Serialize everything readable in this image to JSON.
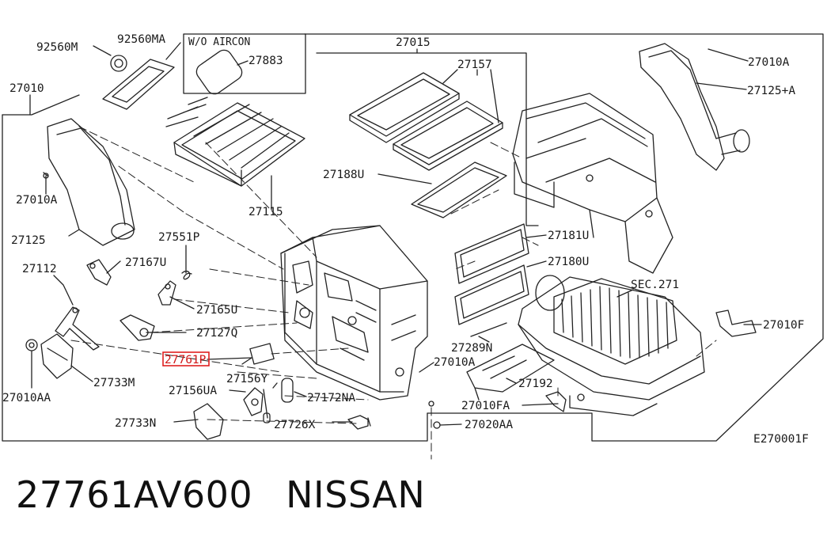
{
  "diagram": {
    "callouts": [
      {
        "id": "92560M",
        "text": "92560M"
      },
      {
        "id": "92560MA",
        "text": "92560MA"
      },
      {
        "id": "wo_aircon",
        "text": "W/O AIRCON"
      },
      {
        "id": "27883",
        "text": "27883"
      },
      {
        "id": "27015",
        "text": "27015"
      },
      {
        "id": "27157",
        "text": "27157"
      },
      {
        "id": "27010A_top",
        "text": "27010A"
      },
      {
        "id": "27125A",
        "text": "27125+A"
      },
      {
        "id": "27010",
        "text": "27010"
      },
      {
        "id": "27010A_left",
        "text": "27010A"
      },
      {
        "id": "27188U",
        "text": "27188U"
      },
      {
        "id": "27115",
        "text": "27115"
      },
      {
        "id": "27125",
        "text": "27125"
      },
      {
        "id": "27551P",
        "text": "27551P"
      },
      {
        "id": "27181U",
        "text": "27181U"
      },
      {
        "id": "27112",
        "text": "27112"
      },
      {
        "id": "27167U",
        "text": "27167U"
      },
      {
        "id": "27180U",
        "text": "27180U"
      },
      {
        "id": "sec271",
        "text": "SEC.271"
      },
      {
        "id": "27165U",
        "text": "27165U"
      },
      {
        "id": "27127Q",
        "text": "27127Q"
      },
      {
        "id": "27010F",
        "text": "27010F"
      },
      {
        "id": "27289N",
        "text": "27289N"
      },
      {
        "id": "27761P",
        "text": "27761P"
      },
      {
        "id": "27010A_mid",
        "text": "27010A"
      },
      {
        "id": "27156Y",
        "text": "27156Y"
      },
      {
        "id": "27733M",
        "text": "27733M"
      },
      {
        "id": "27192",
        "text": "27192"
      },
      {
        "id": "27156UA",
        "text": "27156UA"
      },
      {
        "id": "27010AA",
        "text": "27010AA"
      },
      {
        "id": "27172NA",
        "text": "27172NA"
      },
      {
        "id": "27010FA",
        "text": "27010FA"
      },
      {
        "id": "27733N",
        "text": "27733N"
      },
      {
        "id": "27726X",
        "text": "27726X"
      },
      {
        "id": "27020AA",
        "text": "27020AA"
      },
      {
        "id": "figure_code",
        "text": "E270001F"
      }
    ],
    "highlight_color": "#e02020",
    "line_color": "#222222"
  },
  "part": {
    "number": "27761AV600",
    "brand": "NISSAN"
  }
}
